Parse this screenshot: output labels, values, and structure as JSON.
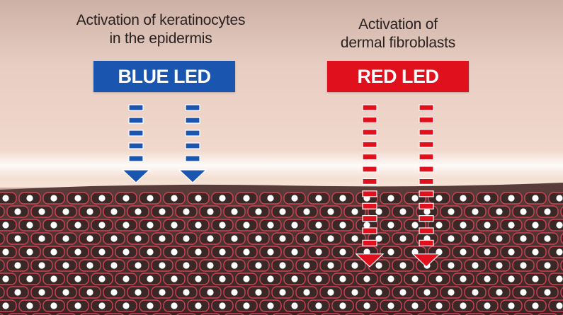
{
  "left_panel": {
    "caption_lines": [
      "Activation of keratinocytes",
      "in the epidermis"
    ],
    "label": "BLUE LED",
    "color": "#1a55b0"
  },
  "right_panel": {
    "caption_lines": [
      "Activation of",
      "dermal fibroblasts"
    ],
    "label": "RED LED",
    "color": "#e0101c"
  },
  "skin_colors": {
    "cell_wall": "#e8485e",
    "cell_fill": "#3a2826",
    "nucleus": "#ffffff"
  }
}
